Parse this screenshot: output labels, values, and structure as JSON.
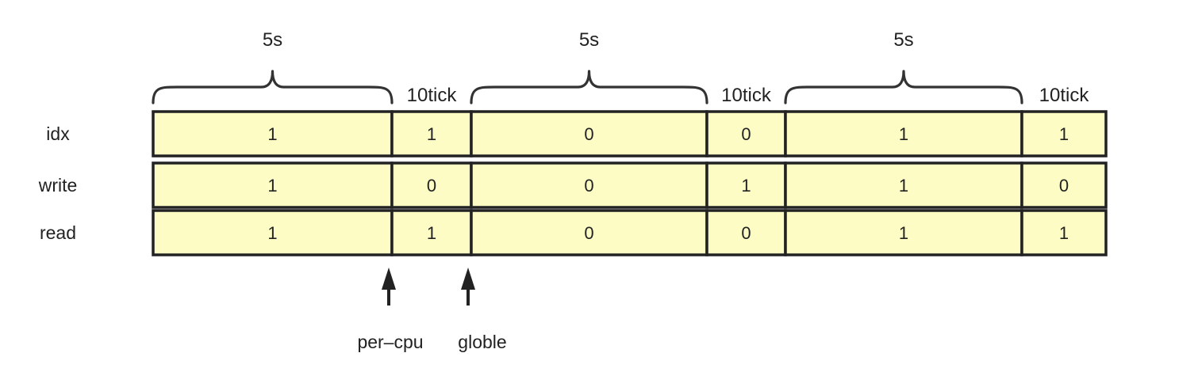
{
  "diagram": {
    "segments": [
      {
        "top_label": "5s"
      },
      {
        "top_label": "10tick"
      },
      {
        "top_label": "5s"
      },
      {
        "top_label": "10tick"
      },
      {
        "top_label": "5s"
      },
      {
        "top_label": "10tick"
      }
    ],
    "rows": [
      {
        "label": "idx",
        "values": [
          "1",
          "1",
          "0",
          "0",
          "1",
          "1"
        ]
      },
      {
        "label": "write",
        "values": [
          "1",
          "0",
          "0",
          "1",
          "1",
          "0"
        ]
      },
      {
        "label": "read",
        "values": [
          "1",
          "1",
          "0",
          "0",
          "1",
          "1"
        ]
      }
    ],
    "markers": [
      {
        "label": "per–cpu",
        "at_boundary": 1
      },
      {
        "label": "globle",
        "at_boundary": 2
      }
    ],
    "colors": {
      "cell_fill": "#fcfcc4",
      "cell_border": "#222222",
      "brace": "#333333",
      "arrow": "#222222"
    }
  }
}
